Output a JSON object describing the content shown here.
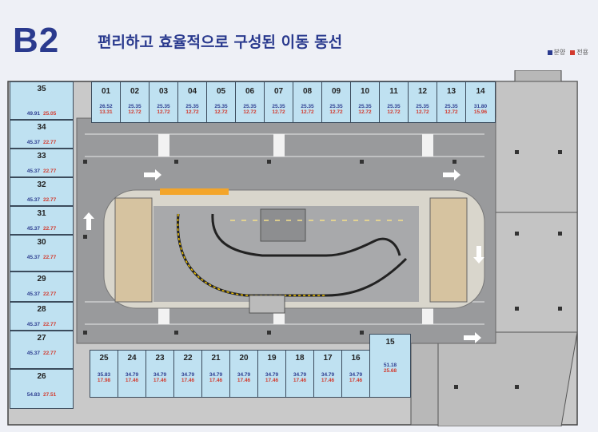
{
  "header": {
    "level": "B2",
    "subtitle": "편리하고 효율적으로 구성된 이동 동선"
  },
  "legend": [
    {
      "label": "분양",
      "color": "#2a3a8e"
    },
    {
      "label": "전용",
      "color": "#d23a2e"
    }
  ],
  "units_top": [
    {
      "num": "01",
      "v1": "26.52",
      "v2": "13.31"
    },
    {
      "num": "02",
      "v1": "25.35",
      "v2": "12.72"
    },
    {
      "num": "03",
      "v1": "25.35",
      "v2": "12.72"
    },
    {
      "num": "04",
      "v1": "25.35",
      "v2": "12.72"
    },
    {
      "num": "05",
      "v1": "25.35",
      "v2": "12.72"
    },
    {
      "num": "06",
      "v1": "25.35",
      "v2": "12.72"
    },
    {
      "num": "07",
      "v1": "25.35",
      "v2": "12.72"
    },
    {
      "num": "08",
      "v1": "25.35",
      "v2": "12.72"
    },
    {
      "num": "09",
      "v1": "25.35",
      "v2": "12.72"
    },
    {
      "num": "10",
      "v1": "25.35",
      "v2": "12.72"
    },
    {
      "num": "11",
      "v1": "25.35",
      "v2": "12.72"
    },
    {
      "num": "12",
      "v1": "25.35",
      "v2": "12.72"
    },
    {
      "num": "13",
      "v1": "25.35",
      "v2": "12.72"
    },
    {
      "num": "14",
      "v1": "31.80",
      "v2": "15.96"
    }
  ],
  "units_left": [
    {
      "num": "35",
      "v1": "49.91",
      "v2": "25.05"
    },
    {
      "num": "34",
      "v1": "45.37",
      "v2": "22.77"
    },
    {
      "num": "33",
      "v1": "45.37",
      "v2": "22.77"
    },
    {
      "num": "32",
      "v1": "45.37",
      "v2": "22.77"
    },
    {
      "num": "31",
      "v1": "45.37",
      "v2": "22.77"
    },
    {
      "num": "30",
      "v1": "45.37",
      "v2": "22.77"
    },
    {
      "num": "29",
      "v1": "45.37",
      "v2": "22.77"
    },
    {
      "num": "28",
      "v1": "45.37",
      "v2": "22.77"
    },
    {
      "num": "27",
      "v1": "45.37",
      "v2": "22.77"
    },
    {
      "num": "26",
      "v1": "54.83",
      "v2": "27.51"
    }
  ],
  "units_bottom": [
    {
      "num": "25",
      "v1": "35.83",
      "v2": "17.98"
    },
    {
      "num": "24",
      "v1": "34.79",
      "v2": "17.46"
    },
    {
      "num": "23",
      "v1": "34.79",
      "v2": "17.46"
    },
    {
      "num": "22",
      "v1": "34.79",
      "v2": "17.46"
    },
    {
      "num": "21",
      "v1": "34.79",
      "v2": "17.46"
    },
    {
      "num": "20",
      "v1": "34.79",
      "v2": "17.46"
    },
    {
      "num": "19",
      "v1": "34.79",
      "v2": "17.46"
    },
    {
      "num": "18",
      "v1": "34.79",
      "v2": "17.46"
    },
    {
      "num": "17",
      "v1": "34.79",
      "v2": "17.46"
    },
    {
      "num": "16",
      "v1": "34.79",
      "v2": "17.46"
    },
    {
      "num": "15",
      "v1": "51.18",
      "v2": "25.68"
    }
  ]
}
